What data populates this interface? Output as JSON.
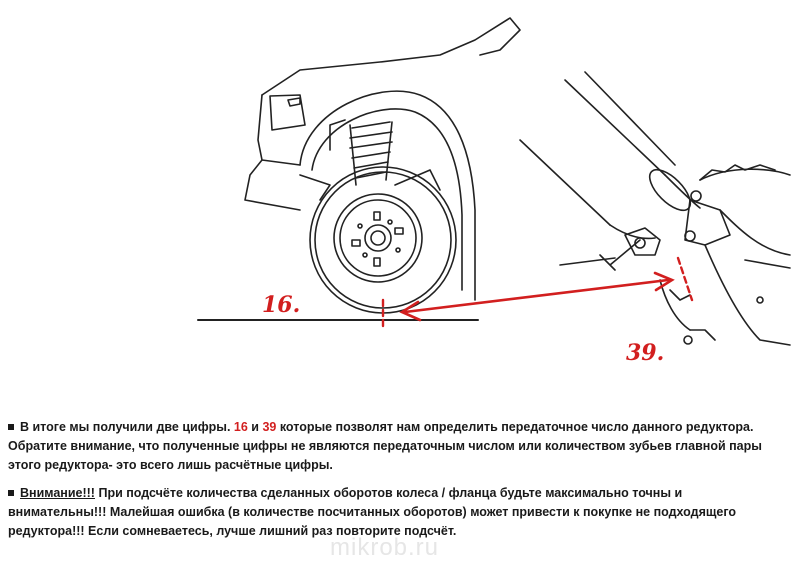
{
  "figure": {
    "label_left": "16.",
    "label_right": "39."
  },
  "paragraph1": {
    "text_a": "В итоге мы получили две цифры. ",
    "num1": "16",
    "text_b": " и ",
    "num2": "39",
    "text_c": " которые позволят нам определить передаточное число данного редуктора. Обратите внимание, что полученные цифры не являются передаточным числом или  количеством зубьев главной пары этого редуктора- это всего лишь расчётные цифры."
  },
  "paragraph2": {
    "attention": "Внимание!!!",
    "text": " При подсчёте количества сделанных оборотов колеса / фланца будьте максимально точны и внимательны!!! Малейшая ошибка (в количестве посчитанных оборотов) может привести к покупке не подходящего редуктора!!! Если сомневаетесь, лучше лишний раз повторите подсчёт."
  },
  "watermark": "mikrob.ru",
  "colors": {
    "accent_red": "#d21f1f",
    "text": "#1a1a1a"
  }
}
